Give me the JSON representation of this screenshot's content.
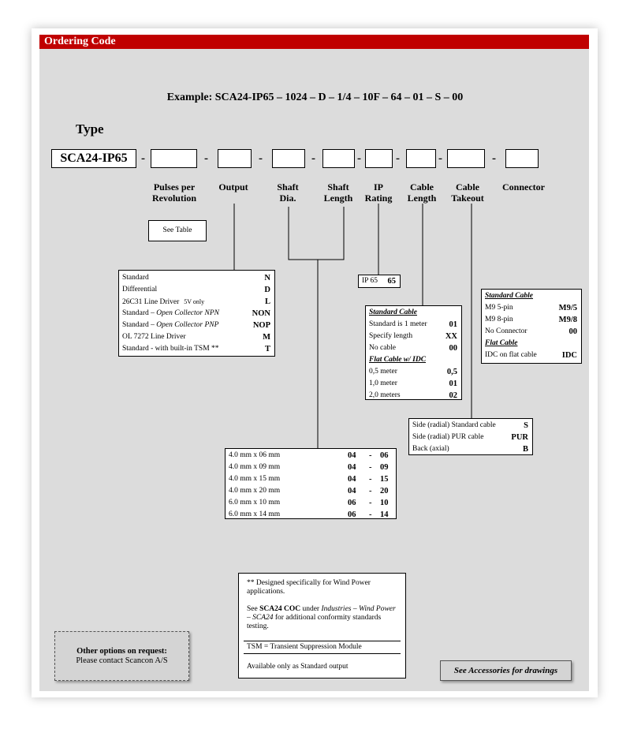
{
  "header": {
    "title": "Ordering Code"
  },
  "example": "Example:  SCA24-IP65 – 1024 – D – 1/4 – 10F – 64 – 01 – S – 00",
  "type_title": "Type",
  "code_prefix": "SCA24-IP65",
  "dash": "-",
  "columns": {
    "pulses": [
      "Pulses per",
      "Revolution"
    ],
    "output": [
      "Output"
    ],
    "shaft_dia": [
      "Shaft",
      "Dia."
    ],
    "shaft_length": [
      "Shaft",
      "Length"
    ],
    "ip": [
      "IP",
      "Rating"
    ],
    "cable_length": [
      "Cable",
      "Length"
    ],
    "cable_takeout": [
      "Cable",
      "Takeout"
    ],
    "connector": [
      "Connector"
    ]
  },
  "see_table": "See Table",
  "output_table": [
    {
      "label": "Standard",
      "code": "N"
    },
    {
      "label": "Differential",
      "code": "D"
    },
    {
      "label": "26C31 Line Driver",
      "note": "5V only",
      "code": "L"
    },
    {
      "label": "Standard – ",
      "italic": "Open Collector  NPN",
      "code": "NON"
    },
    {
      "label": "Standard – ",
      "italic": "Open Collector  PNP",
      "code": "NOP"
    },
    {
      "label": "OL 7272 Line Driver",
      "code": "M"
    },
    {
      "label": "Standard - with built-in TSM   **",
      "code": "T"
    }
  ],
  "ip_box": {
    "label": "IP 65",
    "code": "65"
  },
  "cable_table": {
    "standard_header": "Standard Cable",
    "standard_rows": [
      {
        "label": "Standard is 1 meter",
        "code": "01"
      },
      {
        "label": "Specify length",
        "code": "XX"
      },
      {
        "label": "No cable",
        "code": "00"
      }
    ],
    "flat_header": "Flat Cable w/ IDC",
    "flat_rows": [
      {
        "label": "0,5 meter",
        "code": "0,5"
      },
      {
        "label": "1,0 meter",
        "code": "01"
      },
      {
        "label": "2,0 meters",
        "code": "02"
      }
    ]
  },
  "connector_table": {
    "standard_header": "Standard Cable",
    "standard_rows": [
      {
        "label": "M9   5-pin",
        "code": "M9/5"
      },
      {
        "label": "M9   8-pin",
        "code": "M9/8"
      },
      {
        "label": "No Connector",
        "code": "00"
      }
    ],
    "flat_header": "Flat Cable",
    "flat_rows": [
      {
        "label": "IDC  on flat cable",
        "code": "IDC"
      }
    ]
  },
  "takeout_table": [
    {
      "label": "Side  (radial)  Standard cable",
      "code": "S"
    },
    {
      "label": "Side  (radial)  PUR cable",
      "code": "PUR"
    },
    {
      "label": "Back (axial)",
      "code": "B"
    }
  ],
  "shaft_table": [
    {
      "label": "4.0 mm   x  06 mm",
      "d": "04",
      "sep": "-",
      "l": "06"
    },
    {
      "label": "4.0 mm   x  09 mm",
      "d": "04",
      "sep": "-",
      "l": "09"
    },
    {
      "label": "4.0 mm   x  15 mm",
      "d": "04",
      "sep": "-",
      "l": "15"
    },
    {
      "label": "4.0 mm   x  20 mm",
      "d": "04",
      "sep": "-",
      "l": "20"
    },
    {
      "label": "6.0 mm   x  10 mm",
      "d": "06",
      "sep": "-",
      "l": "10"
    },
    {
      "label": "6.0 mm   x  14 mm",
      "d": "06",
      "sep": "-",
      "l": "14"
    }
  ],
  "note": {
    "p1": "** Designed specifically for Wind Power applications.",
    "p2_a": "See ",
    "p2_b": "SCA24  COC",
    "p2_c": "  under  ",
    "p2_d": "Industries – Wind Power – SCA24",
    "p2_e": "  for additional conformity standards testing.",
    "tsm": "TSM = Transient Suppression Module",
    "p3": "Available only as Standard output"
  },
  "other": {
    "title": "Other options on request:",
    "text": "Please contact Scancon A/S"
  },
  "accessories": "See Accessories for drawings"
}
